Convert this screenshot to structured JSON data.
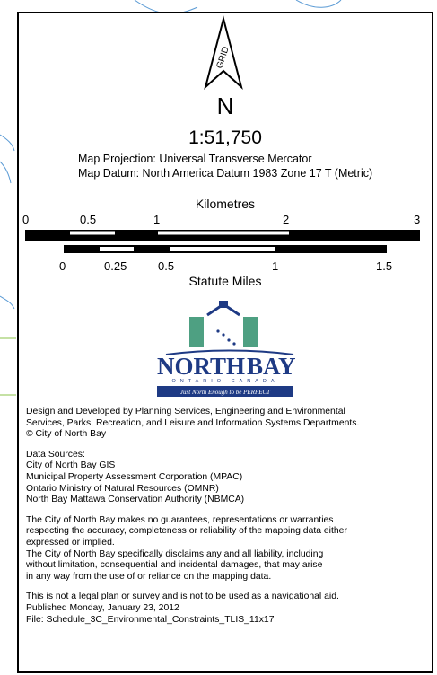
{
  "north_arrow": {
    "grid_label": "GRID",
    "north_letter": "N",
    "icon": "north-arrow-icon"
  },
  "scale": {
    "ratio": "1:51,750",
    "projection": "Map Projection: Universal Transverse Mercator",
    "datum": "Map Datum: North America Datum 1983 Zone 17 T (Metric)"
  },
  "km_bar": {
    "title": "Kilometres",
    "ticks": [
      "0",
      "0.5",
      "1",
      "2",
      "3"
    ]
  },
  "mi_bar": {
    "title": "Statute Miles",
    "ticks": [
      "0",
      "0.25",
      "0.5",
      "1",
      "1.5"
    ]
  },
  "logo": {
    "word_left": "NORTH",
    "word_right": "BAY",
    "subline": "ONTARIO CANADA",
    "tagline": "Just North Enough to be PERFECT",
    "icon": "north-bay-city-logo",
    "colors": {
      "navy": "#1e3a84",
      "teal": "#2f8f6c"
    }
  },
  "credits": {
    "design_line1": "Design and Developed by Planning Services, Engineering and Environmental",
    "design_line2": "Services, Parks, Recreation, and Leisure and Information Systems Departments.",
    "copyright": "© City of North Bay",
    "sources_title": "Data Sources:",
    "sources": [
      "City of North Bay GIS",
      "Municipal Property Assessment Corporation (MPAC)",
      "Ontario Ministry of Natural Resources (OMNR)",
      "North Bay Mattawa Conservation Authority (NBMCA)"
    ],
    "disclaimer": [
      "The City of North Bay makes no guarantees, representations or warranties",
      "respecting the accuracy, completeness or reliability of the mapping data either",
      "expressed or implied.",
      "The City of North Bay specifically disclaims any and all liability, including",
      "without limitation, consequential and incidental damages, that may arise",
      "in any way from the use of or reliance on the mapping data."
    ],
    "legal_line": "This is not a legal plan or survey and is not to be used as a navigational aid.",
    "published": "Published Monday, January 23, 2012",
    "file": "File: Schedule_3C_Environmental_Constraints_TLIS_11x17"
  }
}
